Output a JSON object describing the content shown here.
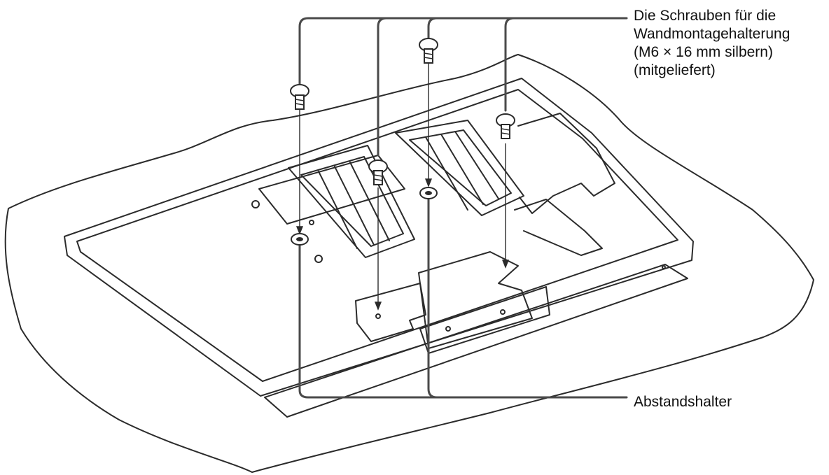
{
  "labels": {
    "screws": {
      "line1": "Die Schrauben für die",
      "line2": "Wandmontagehalterung",
      "line3": "(M6 × 16 mm silbern)",
      "line4": "(mitgeliefert)"
    },
    "spacers": "Abstandshalter"
  },
  "colors": {
    "outline": "#2b2b2b",
    "leader": "#4a4a4a",
    "background": "#ffffff"
  },
  "icons": {
    "screw": "screw-icon",
    "spacer": "spacer-icon"
  }
}
